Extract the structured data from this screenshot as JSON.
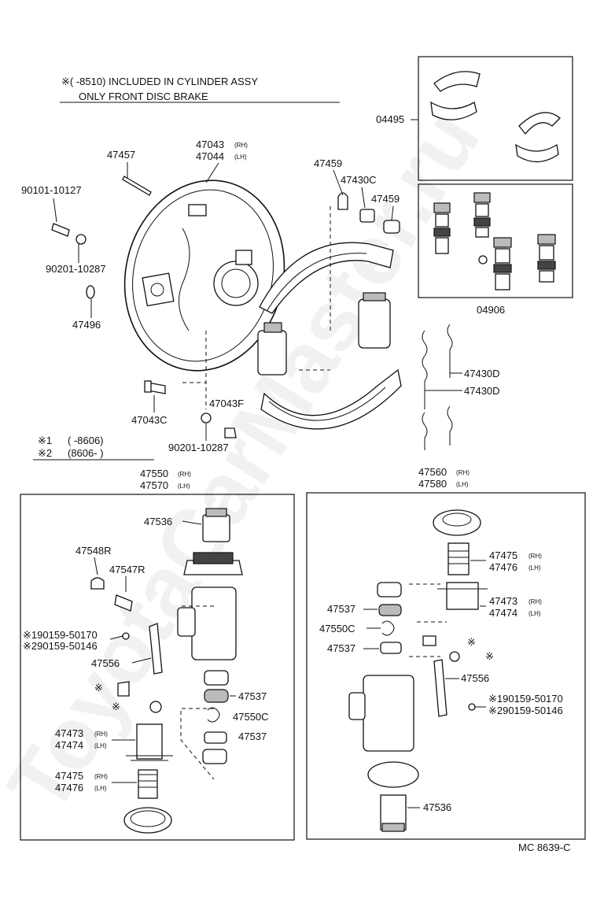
{
  "header": {
    "note_line1": "※(    -8510) INCLUDED IN CYLINDER ASSY",
    "note_line2": "ONLY FRONT DISC BRAKE"
  },
  "legend": {
    "row1_mark": "※1",
    "row1_text": "(      -8606)",
    "row2_mark": "※2",
    "row2_text": "(8606-       )"
  },
  "labels": {
    "p47457": "47457",
    "p47043": "47043",
    "p47044": "47044",
    "p90101": "90101-10127",
    "p90201a": "90201-10287",
    "p47496": "47496",
    "p47043c": "47043C",
    "p47043f": "47043F",
    "p90201b": "90201-10287",
    "p47459a": "47459",
    "p47430c": "47430C",
    "p47459b": "47459",
    "p04495": "04495",
    "p04906": "04906",
    "p47430d_a": "47430D",
    "p47430d_b": "47430D",
    "l47550": "47550",
    "l47570": "47570",
    "l47536": "47536",
    "l47548r": "47548R",
    "l47547r": "47547R",
    "l90159a": "※190159-50170",
    "l90159b": "※290159-50146",
    "l47556": "47556",
    "l47537a": "47537",
    "l47550c": "47550C",
    "l47537b": "47537",
    "l47473": "47473",
    "l47474": "47474",
    "l47475": "47475",
    "l47476": "47476",
    "r47560": "47560",
    "r47580": "47580",
    "r47475": "47475",
    "r47476": "47476",
    "r47473": "47473",
    "r47474": "47474",
    "r47537a": "47537",
    "r47550c": "47550C",
    "r47537b": "47537",
    "r47556": "47556",
    "r90159a": "※190159-50170",
    "r90159b": "※290159-50146",
    "r47536": "47536",
    "mark": "※"
  },
  "sides": {
    "rh": "(RH)",
    "lh": "(LH)"
  },
  "footer": {
    "code": "MC 8639-C"
  },
  "watermark": {
    "text": "ToyotaCarMaster.ru"
  }
}
